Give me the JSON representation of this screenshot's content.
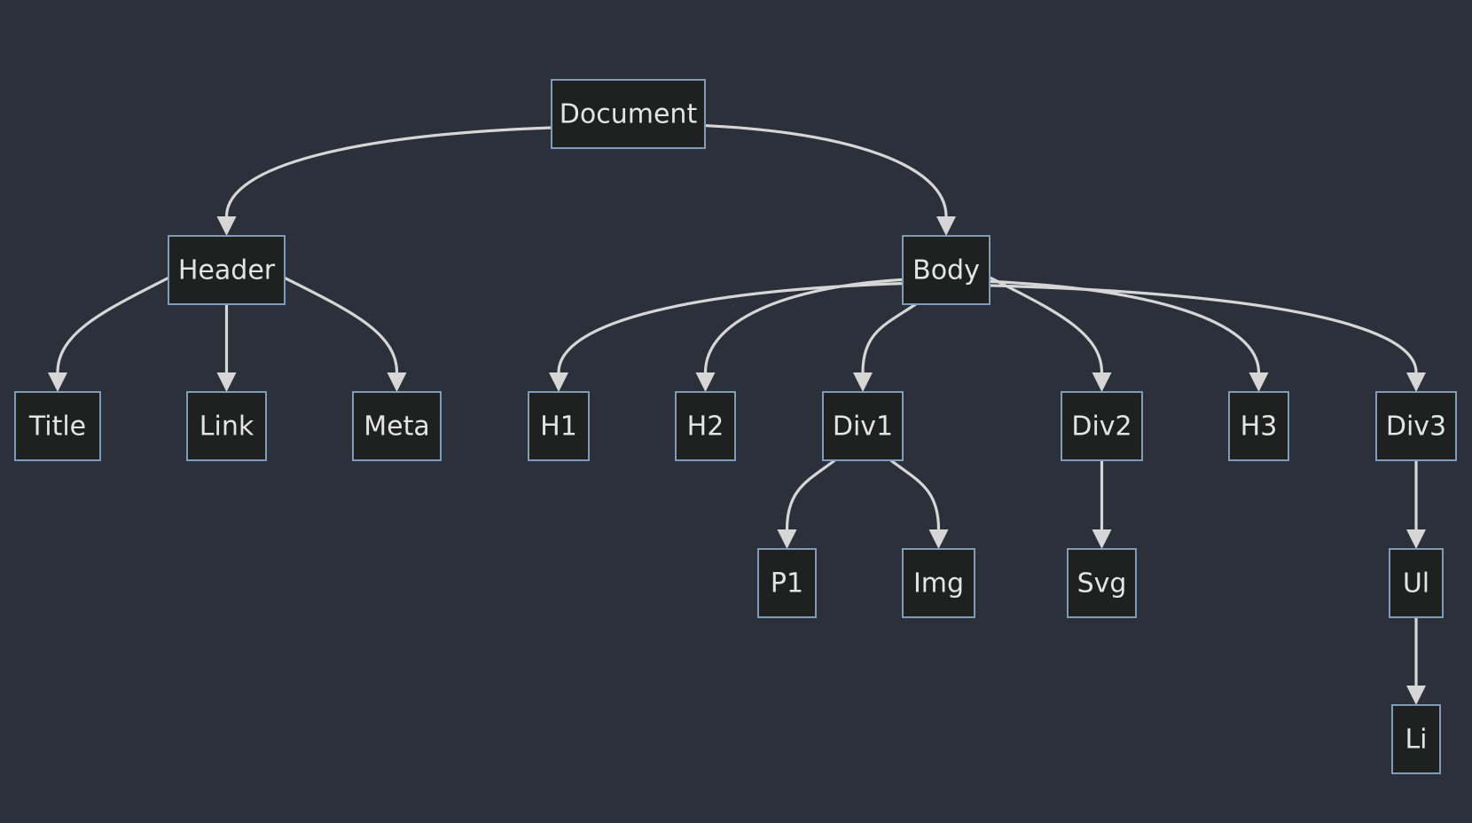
{
  "diagram": {
    "type": "tree",
    "colors": {
      "background": "#2c303b",
      "node_fill": "#1f2020",
      "node_border": "#7f9bb8",
      "edge": "#d6d6d6",
      "text": "#e4e4e4"
    },
    "nodes": {
      "document": "Document",
      "header": "Header",
      "body": "Body",
      "title": "Title",
      "link": "Link",
      "meta": "Meta",
      "h1": "H1",
      "h2": "H2",
      "div1": "Div1",
      "div2": "Div2",
      "h3": "H3",
      "div3": "Div3",
      "p1": "P1",
      "img": "Img",
      "svg": "Svg",
      "ul": "Ul",
      "li": "Li"
    },
    "edges": [
      [
        "document",
        "header"
      ],
      [
        "document",
        "body"
      ],
      [
        "header",
        "title"
      ],
      [
        "header",
        "link"
      ],
      [
        "header",
        "meta"
      ],
      [
        "body",
        "h1"
      ],
      [
        "body",
        "h2"
      ],
      [
        "body",
        "div1"
      ],
      [
        "body",
        "div2"
      ],
      [
        "body",
        "h3"
      ],
      [
        "body",
        "div3"
      ],
      [
        "div1",
        "p1"
      ],
      [
        "div1",
        "img"
      ],
      [
        "div2",
        "svg"
      ],
      [
        "div3",
        "ul"
      ],
      [
        "ul",
        "li"
      ]
    ]
  }
}
